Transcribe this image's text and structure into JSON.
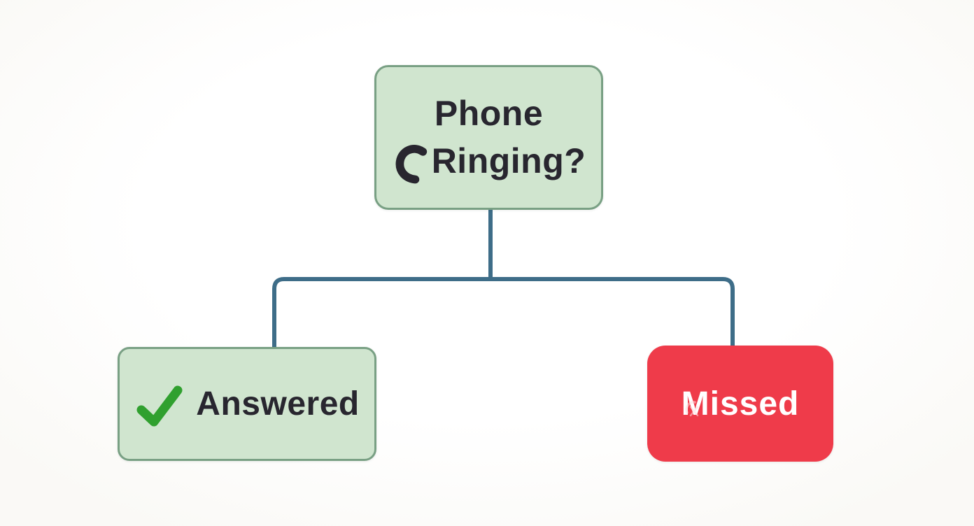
{
  "colors": {
    "node-green-fill": "#d0e5cf",
    "node-green-border": "#79a084",
    "connector": "#3e6d88",
    "node-red-fill": "#ef3b4a",
    "check-green": "#30a02f",
    "text-dark": "#28262f",
    "text-light": "#ffffff"
  },
  "flowchart": {
    "root": {
      "line1": "Phone",
      "line2": "Ringing?",
      "icon": "phone-receiver-icon"
    },
    "branches": [
      {
        "label": "Answered",
        "icon": "check-icon",
        "variant": "green"
      },
      {
        "label": "Missed",
        "icon": "missed-call-artifact-icon",
        "variant": "red"
      }
    ]
  }
}
